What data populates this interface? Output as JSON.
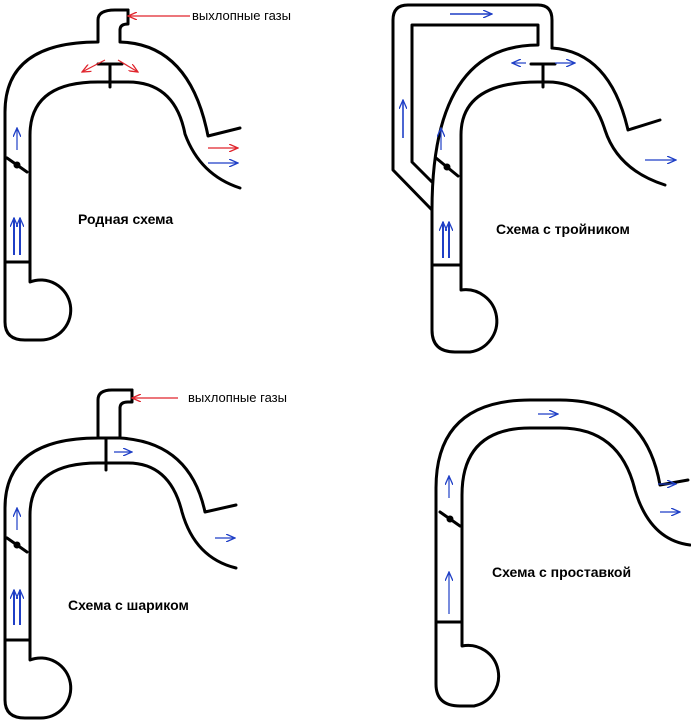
{
  "colors": {
    "outline": "#000000",
    "exhaust_arrow": "#e0242c",
    "air_arrow": "#1f3fc6"
  },
  "schemes": [
    {
      "id": "native",
      "title": "Родная схема",
      "note": "выхлопные газы"
    },
    {
      "id": "tee",
      "title": "Схема с тройником"
    },
    {
      "id": "ball",
      "title": "Схема с шариком",
      "note": "выхлопные газы"
    },
    {
      "id": "spacer",
      "title": "Схема с проставкой"
    }
  ]
}
